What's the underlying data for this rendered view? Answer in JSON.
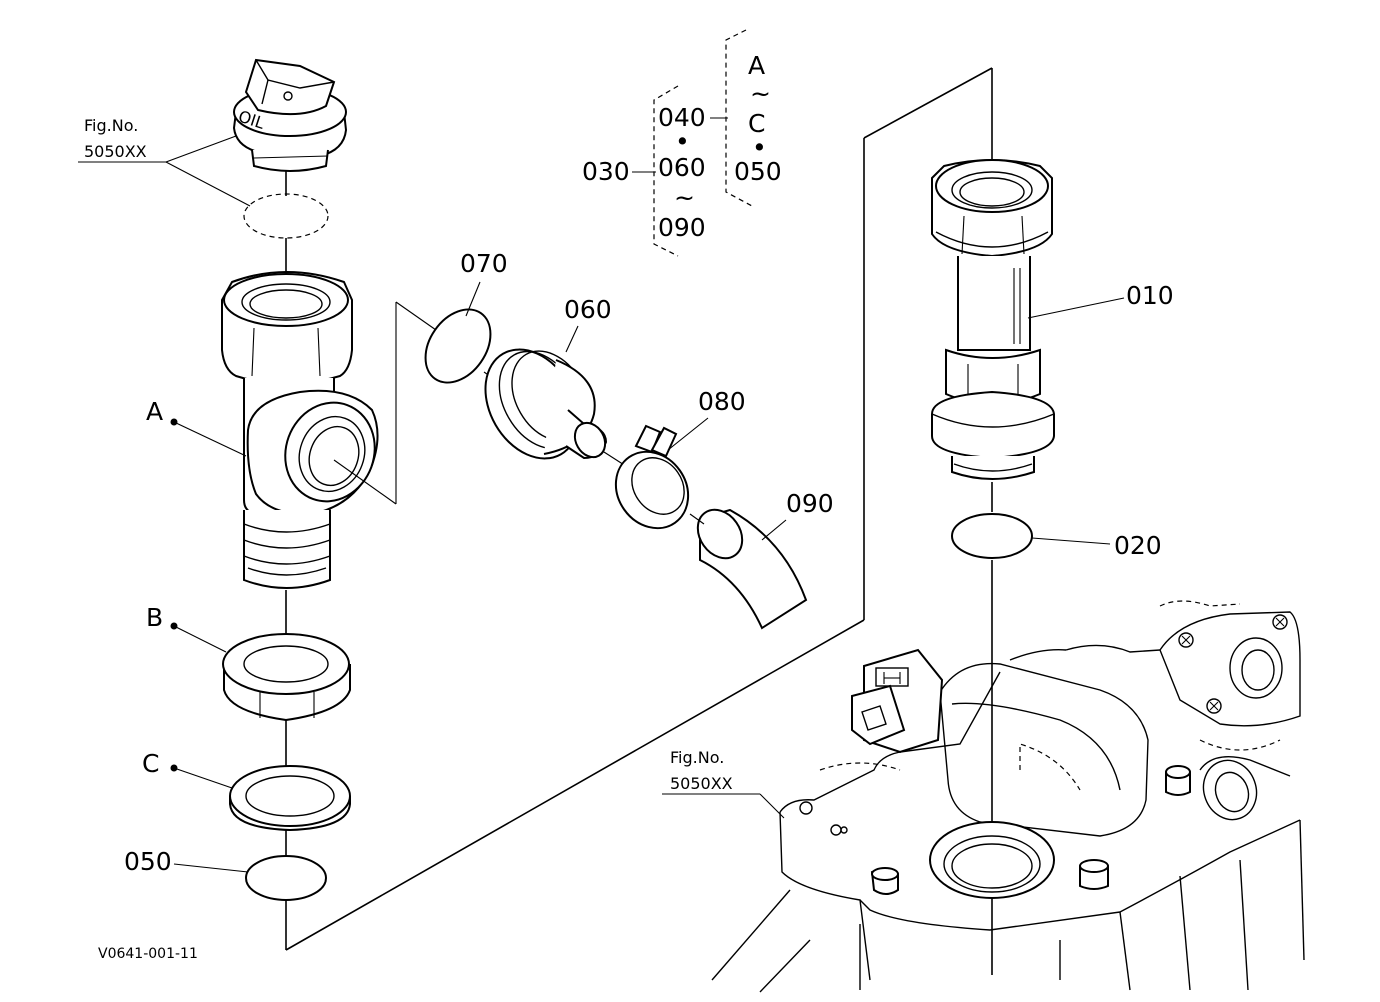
{
  "labels": {
    "fig_ref_top_line1": "Fig.No.",
    "fig_ref_top_line2": "5050XX",
    "fig_ref_bottom_line1": "Fig.No.",
    "fig_ref_bottom_line2": "5050XX",
    "part_010": "010",
    "part_020": "020",
    "part_030": "030",
    "part_050": "050",
    "part_060": "060",
    "part_070": "070",
    "part_080": "080",
    "part_090": "090",
    "point_a": "A",
    "point_b": "B",
    "point_c": "C",
    "oil_cap_text": "OIL",
    "drawing_code": "V0641-001-11"
  },
  "group_030": {
    "item_1": "040",
    "sep_1": "•",
    "item_2": "060",
    "tilde": "~",
    "item_3": "090"
  },
  "group_040": {
    "item_1": "A",
    "tilde": "~",
    "item_2": "C",
    "sep": "•",
    "item_3": "050"
  }
}
